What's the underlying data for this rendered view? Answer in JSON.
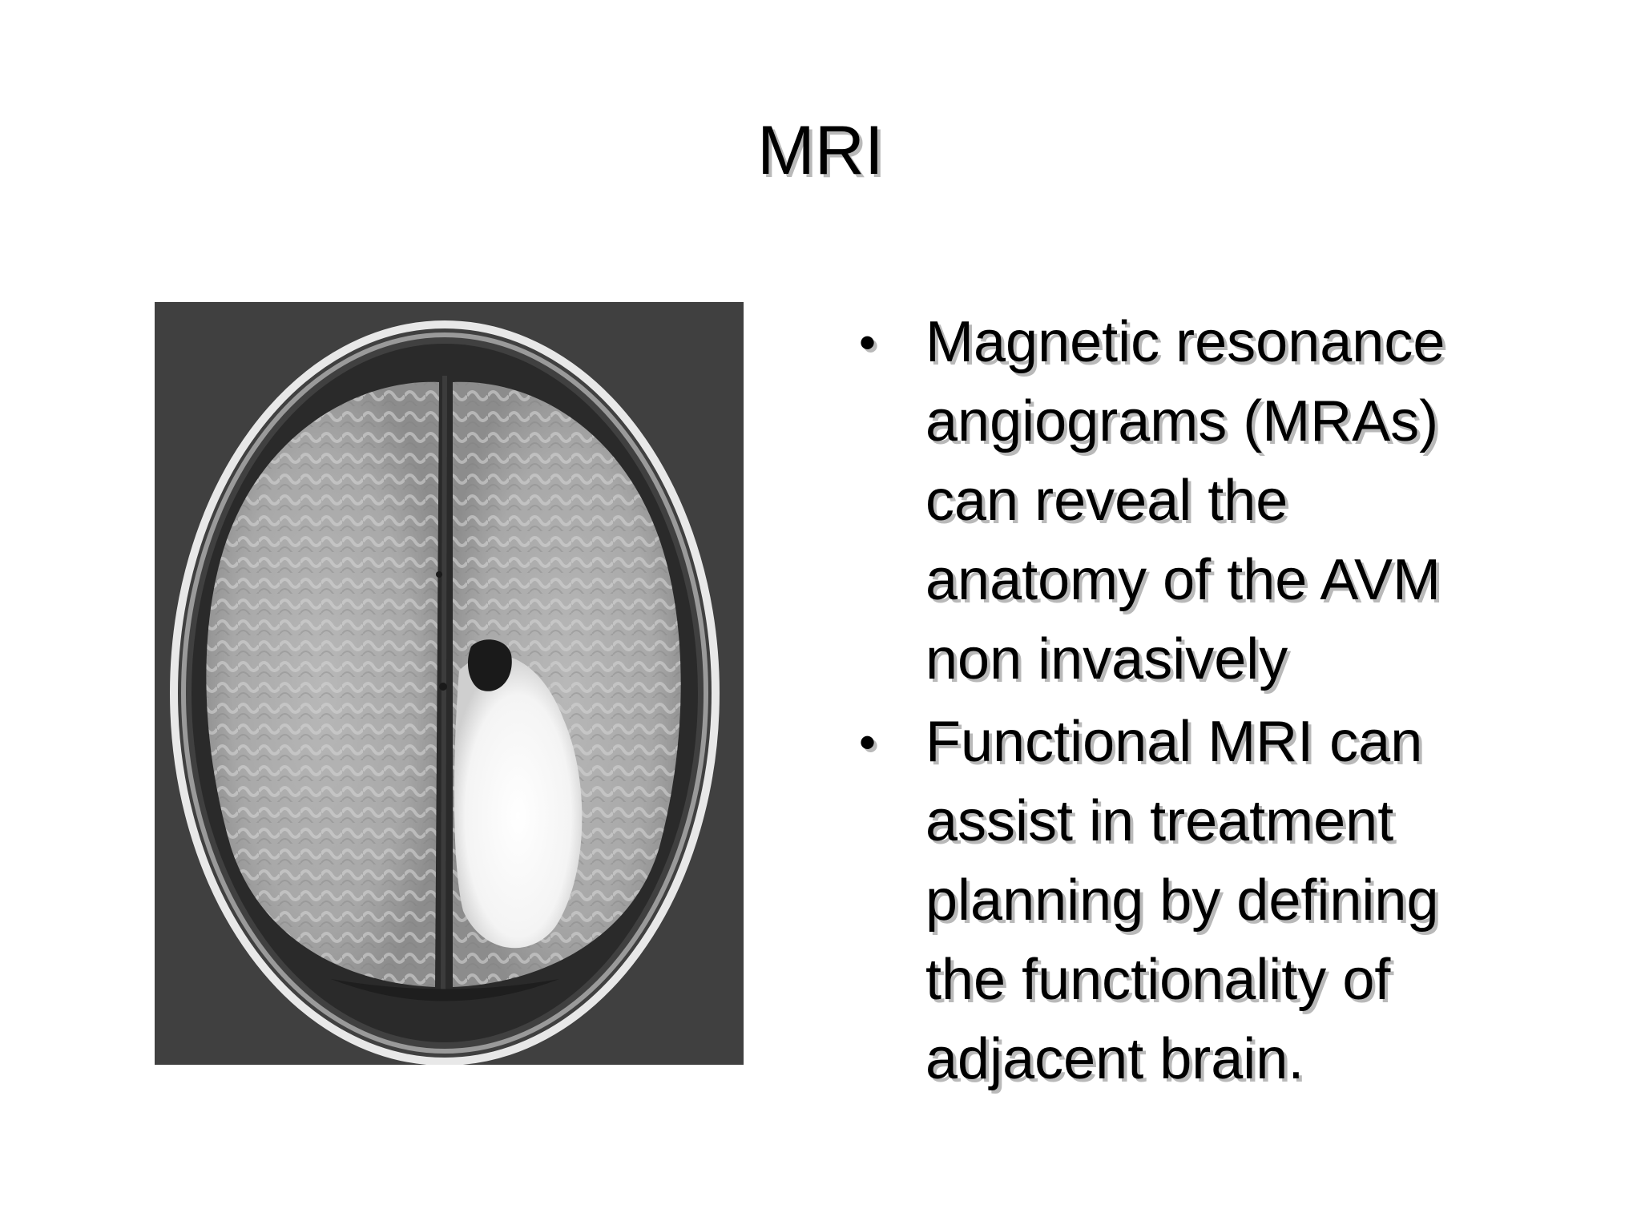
{
  "slide": {
    "title": "MRI",
    "bullets": [
      {
        "dot": "•",
        "text": "Magnetic resonance\nangiograms (MRAs)\ncan reveal the\nanatomy of the AVM\nnon invasively"
      },
      {
        "dot": "•",
        "text": "Functional MRI can\nassist in treatment\nplanning by defining\nthe functionality of\nadjacent brain."
      }
    ],
    "image": {
      "icon": "brain-mri-scan",
      "background_color": "#404040"
    }
  }
}
